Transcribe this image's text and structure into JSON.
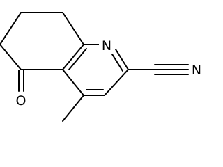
{
  "molecule": {
    "atoms": {
      "n_ring": "N",
      "n_nitrile": "N",
      "o_ketone": "O"
    }
  },
  "colors": {
    "bond": "#000000",
    "label": "#000000",
    "background": "#ffffff"
  }
}
